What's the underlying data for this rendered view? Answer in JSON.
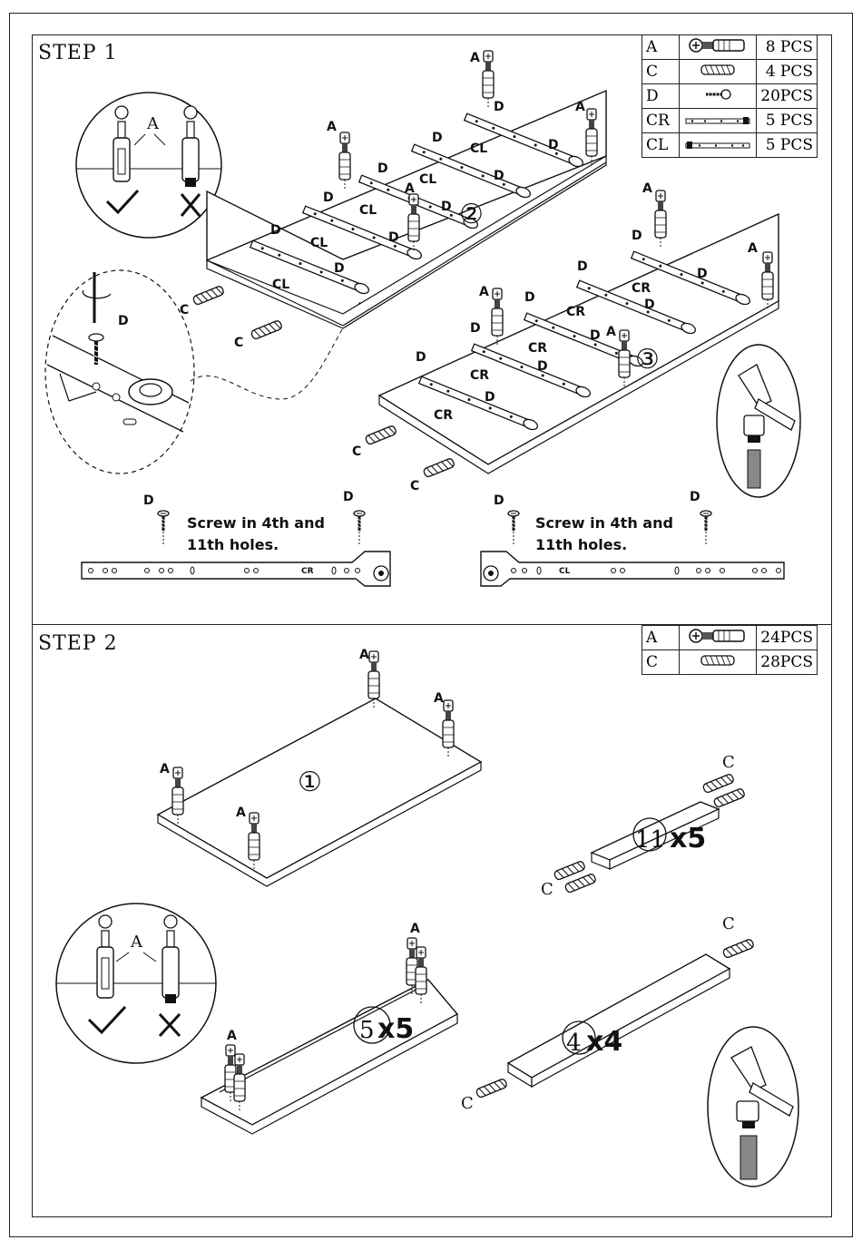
{
  "step1": {
    "title": "STEP 1",
    "parts": [
      {
        "code": "A",
        "icon": "cam-bolt-icon",
        "qty": "8 PCS"
      },
      {
        "code": "C",
        "icon": "dowel-icon",
        "qty": "4 PCS"
      },
      {
        "code": "D",
        "icon": "screw-icon",
        "qty": "20PCS"
      },
      {
        "code": "CR",
        "icon": "rail-right-icon",
        "qty": "5 PCS"
      },
      {
        "code": "CL",
        "icon": "rail-left-icon",
        "qty": "5 PCS"
      }
    ],
    "labels": {
      "a": "A",
      "c": "C",
      "d": "D",
      "cl": "CL",
      "cr": "CR"
    },
    "panel_numbers": {
      "two": "②",
      "three": "③"
    },
    "note_left": {
      "line1": "Screw in 4th and",
      "line2": "11th holes."
    },
    "note_right": {
      "line1": "Screw in 4th and",
      "line2": "11th holes."
    },
    "rail_left_label": "CR",
    "rail_right_label": "CL"
  },
  "step2": {
    "title": "STEP 2",
    "parts": [
      {
        "code": "A",
        "icon": "cam-bolt-icon",
        "qty": "24PCS"
      },
      {
        "code": "C",
        "icon": "dowel-icon",
        "qty": "28PCS"
      }
    ],
    "labels": {
      "a": "A",
      "c": "C"
    },
    "panel_one": "①",
    "mult_11": {
      "num": "11",
      "mult": "x5"
    },
    "mult_5": {
      "num": "5",
      "mult": "x5"
    },
    "mult_4": {
      "num": "4",
      "mult": "x4"
    }
  },
  "colors": {
    "line": "#111111",
    "paper": "#ffffff"
  }
}
